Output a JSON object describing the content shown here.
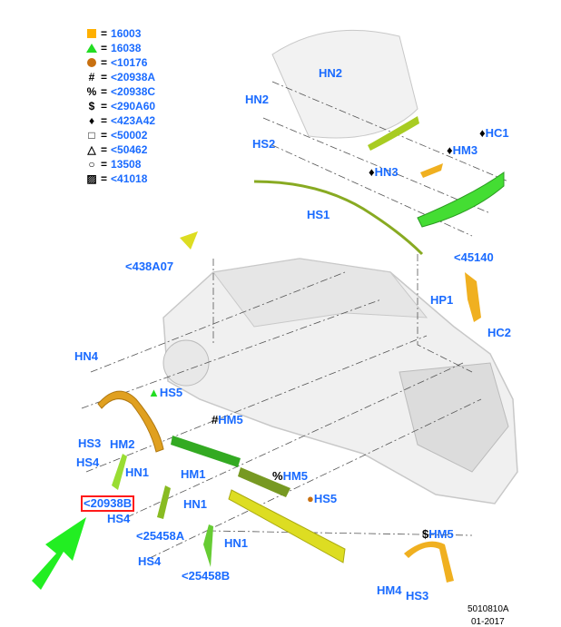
{
  "legend": [
    {
      "symbol": "orange-square",
      "label": "16003",
      "color": "#ffb000"
    },
    {
      "symbol": "green-triangle",
      "label": "16038",
      "color": "#22dd22"
    },
    {
      "symbol": "brown-circle",
      "label": "<10176",
      "color": "#c87010"
    },
    {
      "symbol": "hash",
      "glyph": "#",
      "label": "<20938A"
    },
    {
      "symbol": "percent",
      "glyph": "%",
      "label": "<20938C"
    },
    {
      "symbol": "dollar",
      "glyph": "$",
      "label": "<290A60"
    },
    {
      "symbol": "diamond",
      "glyph": "♦",
      "label": "<423A42"
    },
    {
      "symbol": "open-square",
      "glyph": "□",
      "label": "<50002"
    },
    {
      "symbol": "open-triangle",
      "glyph": "△",
      "label": "<50462"
    },
    {
      "symbol": "open-circle",
      "glyph": "○",
      "label": "13508"
    },
    {
      "symbol": "hatched-square",
      "glyph": "▨",
      "label": "<41018"
    }
  ],
  "callouts": [
    {
      "prefix": "",
      "code": "HN2"
    },
    {
      "prefix": "",
      "code": "HN2"
    },
    {
      "prefix": "",
      "code": "HS2"
    },
    {
      "prefix": "",
      "code": "HS1"
    },
    {
      "prefix": "♦",
      "code": "HN3"
    },
    {
      "prefix": "♦",
      "code": "HM3"
    },
    {
      "prefix": "♦",
      "code": "HC1"
    },
    {
      "prefix": "",
      "code": "<45140"
    },
    {
      "prefix": "",
      "code": "HP1"
    },
    {
      "prefix": "",
      "code": "HC2"
    },
    {
      "prefix": "",
      "code": "<438A07"
    },
    {
      "prefix": "",
      "code": "HN4"
    },
    {
      "prefix": "▲",
      "code": "HS5"
    },
    {
      "prefix": "",
      "code": "HS3"
    },
    {
      "prefix": "",
      "code": "HM2"
    },
    {
      "prefix": "",
      "code": "HN1"
    },
    {
      "prefix": "",
      "code": "HS4"
    },
    {
      "prefix": "",
      "code": "<20938B"
    },
    {
      "prefix": "",
      "code": "HM1"
    },
    {
      "prefix": "#",
      "code": "HM5"
    },
    {
      "prefix": "%",
      "code": "HM5"
    },
    {
      "prefix": "",
      "code": "HN1"
    },
    {
      "prefix": "",
      "code": "HS4"
    },
    {
      "prefix": "",
      "code": "<25458A"
    },
    {
      "prefix": "",
      "code": "HN1"
    },
    {
      "prefix": "",
      "code": "HS4"
    },
    {
      "prefix": "",
      "code": "<25458B"
    },
    {
      "prefix": "●",
      "code": "HS5"
    },
    {
      "prefix": "$",
      "code": "HM5"
    },
    {
      "prefix": "",
      "code": "HM4"
    },
    {
      "prefix": "",
      "code": "HS3"
    }
  ],
  "highlighted_callout": "<20938B",
  "reference": {
    "drawing_number": "5010810A",
    "date": "01-2017"
  }
}
